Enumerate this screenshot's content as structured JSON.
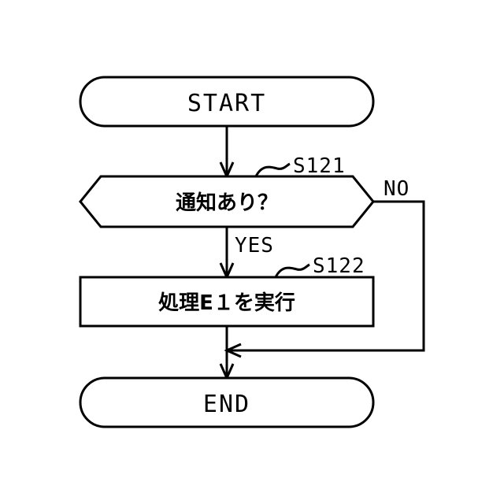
{
  "nodes": {
    "start": {
      "label": "START"
    },
    "decision": {
      "label": "通知あり？",
      "step_id": "S121"
    },
    "process": {
      "label": "処理E１を実行",
      "step_id": "S122"
    },
    "end": {
      "label": "END"
    }
  },
  "edges": {
    "yes_label": "YES",
    "no_label": "NO"
  }
}
